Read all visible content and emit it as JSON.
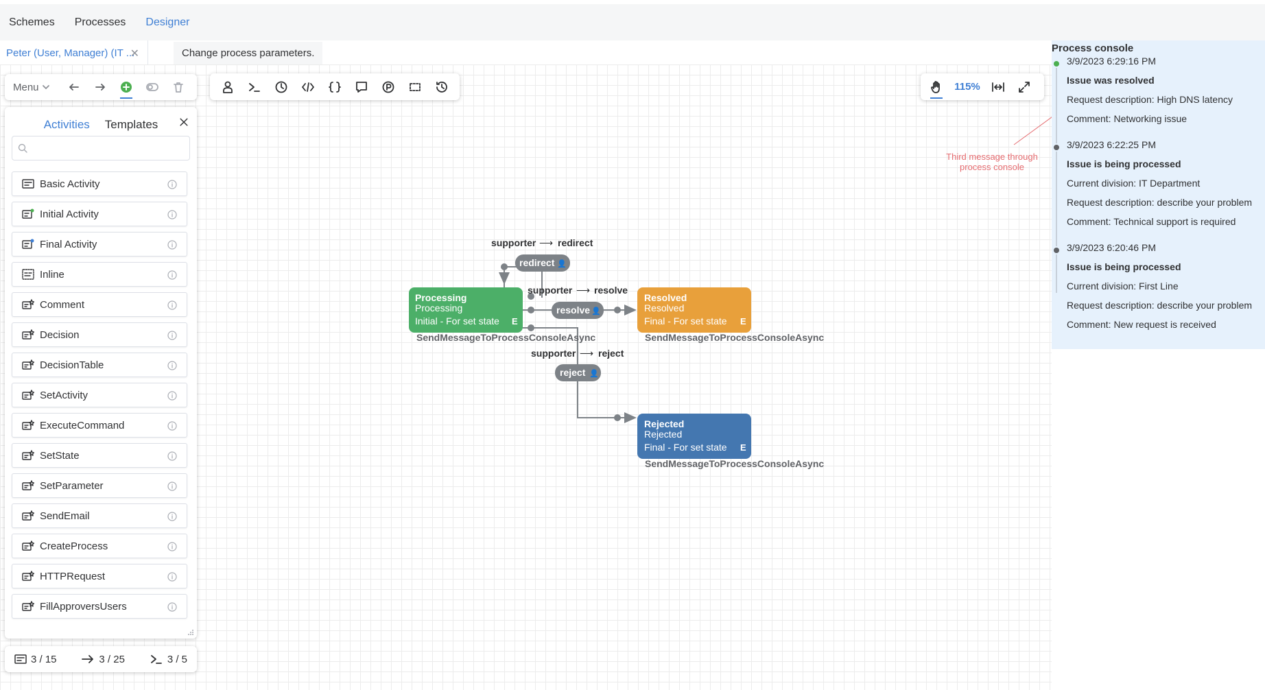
{
  "nav": {
    "items": [
      {
        "label": "Schemes"
      },
      {
        "label": "Processes"
      },
      {
        "label": "Designer"
      }
    ]
  },
  "tabs": {
    "user_tab": "Peter (User, Manager) (IT ...",
    "hint": "Change process parameters."
  },
  "toolbar": {
    "menu_label": "Menu",
    "zoom": "115%"
  },
  "panel": {
    "tab_activities": "Activities",
    "tab_templates": "Templates",
    "search_placeholder": "",
    "items": [
      {
        "label": "Basic Activity"
      },
      {
        "label": "Initial Activity"
      },
      {
        "label": "Final Activity"
      },
      {
        "label": "Inline"
      },
      {
        "label": "Comment"
      },
      {
        "label": "Decision"
      },
      {
        "label": "DecisionTable"
      },
      {
        "label": "SetActivity"
      },
      {
        "label": "ExecuteCommand"
      },
      {
        "label": "SetState"
      },
      {
        "label": "SetParameter"
      },
      {
        "label": "SendEmail"
      },
      {
        "label": "CreateProcess"
      },
      {
        "label": "HTTPRequest"
      },
      {
        "label": "FillApproversUsers"
      }
    ]
  },
  "stats": {
    "activities": "3 / 15",
    "transitions": "3 / 25",
    "commands": "3 / 5"
  },
  "diagram": {
    "activities": [
      {
        "title": "Processing",
        "state": "Processing",
        "kind": "Initial - For set state",
        "badge": "E",
        "action": "SendMessageToProcessConsoleAsync",
        "color": "#4caf68"
      },
      {
        "title": "Resolved",
        "state": "Resolved",
        "kind": "Final - For set state",
        "badge": "E",
        "action": "SendMessageToProcessConsoleAsync",
        "color": "#e8a03b"
      },
      {
        "title": "Rejected",
        "state": "Rejected",
        "kind": "Final - For set state",
        "badge": "E",
        "action": "SendMessageToProcessConsoleAsync",
        "color": "#4477b0"
      }
    ],
    "transitions": [
      {
        "command": "redirect",
        "actor": "supporter",
        "arrow": "⟶",
        "target": "redirect"
      },
      {
        "command": "resolve",
        "actor": "supporter",
        "arrow": "⟶",
        "target": "resolve"
      },
      {
        "command": "reject",
        "actor": "supporter",
        "arrow": "⟶",
        "target": "reject"
      }
    ]
  },
  "console": {
    "title": "Process console",
    "entries": [
      {
        "time": "3/9/2023 6:29:16 PM",
        "title": "Issue was resolved",
        "lines": [
          "Request description: High DNS latency",
          "Comment: Networking issue"
        ],
        "status": "green"
      },
      {
        "time": "3/9/2023 6:22:25 PM",
        "title": "Issue is being processed",
        "lines": [
          "Current division: IT Department",
          "Request description: describe your problem",
          "Comment: Technical support is required"
        ],
        "status": "gray"
      },
      {
        "time": "3/9/2023 6:20:46 PM",
        "title": "Issue is being processed",
        "lines": [
          "Current division: First Line",
          "Request description: describe your problem",
          "Comment: New request is received"
        ],
        "status": "gray"
      }
    ]
  },
  "annotation": {
    "line1": "Third message through",
    "line2": "process console"
  }
}
